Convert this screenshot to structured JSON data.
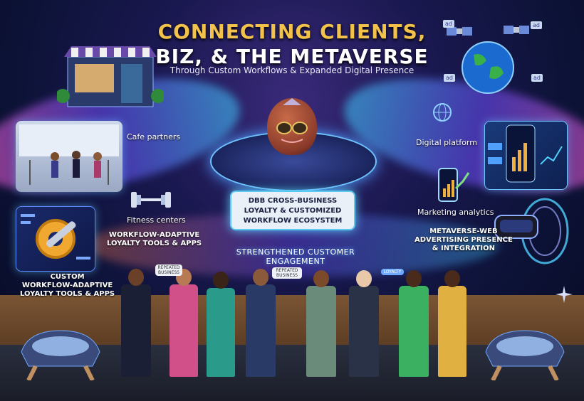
{
  "title": {
    "line1": "CONNECTING CLIENTS,",
    "line2": "BIZ, & THE METAVERSE",
    "subtitle": "Through Custom Workflows & Expanded Digital Presence"
  },
  "labels": {
    "cafe": "Cafe partners",
    "fitness": "Fitness centers",
    "workflow_tools_upper": "WORKFLOW-ADAPTIVE\nLOYALTY TOOLS & APPS",
    "custom_workflow": "CUSTOM\nWORKFLOW-ADAPTIVE\nLOYALTY TOOLS & APPS",
    "digital_platform": "Digital platform",
    "marketing_analytics": "Marketing analytics",
    "metaverse": "METAVERSE-WEB\nADVERTISING PRESENCE\n& INTEGRATION",
    "center_box": "DBB CROSS-BUSINESS\nLOYALTY & CUSTOMIZED\nWORKFLOW ECOSYSTEM",
    "engagement": "STRENGTHENED CUSTOMER ENGAGEMENT"
  },
  "tags": {
    "repeated_business_1": "REPEATED BUSINESS",
    "repeated_business_2": "REPEATED BUSINESS",
    "loyalty": "LOYALTY",
    "ad": "ad"
  },
  "colors": {
    "title_gold": "#f2c24a",
    "title_white": "#ffffff",
    "glow_blue": "#5ac8f0",
    "bg_dark": "#0d1338"
  },
  "icons": [
    "cafe-storefront-icon",
    "gym-icon",
    "dumbbell-icon",
    "gear-wrench-icon",
    "globe-icon",
    "satellite-icon",
    "dashboard-icon",
    "phone-chart-icon",
    "vr-headset-icon",
    "sparkle-icon"
  ]
}
